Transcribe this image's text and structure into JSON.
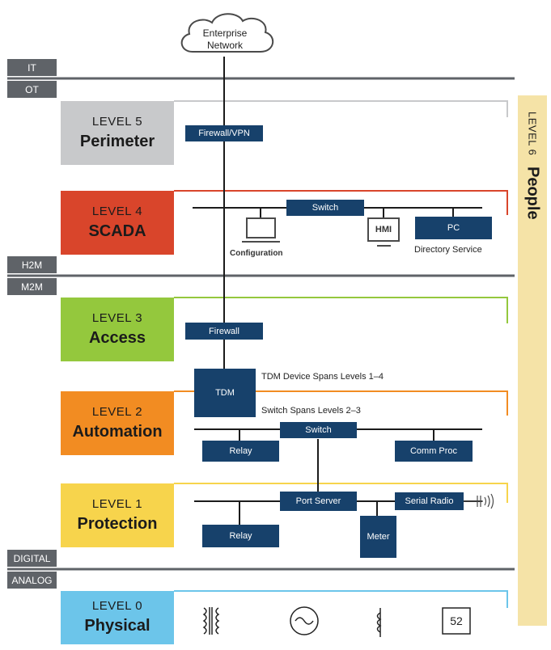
{
  "cloud": {
    "line1": "Enterprise",
    "line2": "Network"
  },
  "tags": {
    "it": "IT",
    "ot": "OT",
    "h2m": "H2M",
    "m2m": "M2M",
    "digital": "DIGITAL",
    "analog": "ANALOG"
  },
  "levels": [
    {
      "label": "LEVEL 5",
      "name": "Perimeter",
      "color": "#c8c9cb"
    },
    {
      "label": "LEVEL 4",
      "name": "SCADA",
      "color": "#d9452b"
    },
    {
      "label": "LEVEL 3",
      "name": "Access",
      "color": "#94c83d"
    },
    {
      "label": "LEVEL 2",
      "name": "Automation",
      "color": "#f28c22"
    },
    {
      "label": "LEVEL 1",
      "name": "Protection",
      "color": "#f7d44c"
    },
    {
      "label": "LEVEL 0",
      "name": "Physical",
      "color": "#6cc5ea"
    }
  ],
  "level6": {
    "label": "LEVEL 6",
    "name": "People",
    "color": "#f5e3a7"
  },
  "devices": {
    "firewall_vpn": "Firewall/VPN",
    "switch4": "Switch",
    "hmi": "HMI",
    "pc": "PC",
    "directory_service": "Directory Service",
    "configuration": "Configuration",
    "firewall": "Firewall",
    "tdm": "TDM",
    "tdm_note": "TDM Device Spans Levels 1–4",
    "switch_note": "Switch Spans Levels 2–3",
    "switch2": "Switch",
    "relay2": "Relay",
    "comm_proc": "Comm Proc",
    "port_server": "Port Server",
    "serial_radio": "Serial Radio",
    "relay1": "Relay",
    "meter": "Meter",
    "breaker": "52"
  },
  "colors": {
    "box": "#17416b",
    "line": "#5f6368",
    "tag": "#5f6368"
  }
}
